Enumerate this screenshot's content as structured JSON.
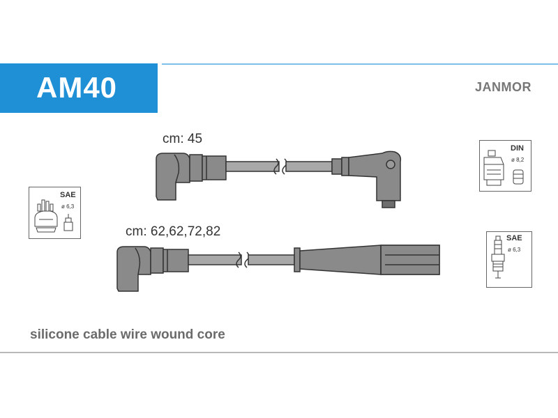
{
  "header": {
    "part_code": "AM40",
    "brand": "JANMOR",
    "accent_color": "#1f8fd6"
  },
  "cables": [
    {
      "length_label": "cm: 45"
    },
    {
      "length_label": "cm: 62,62,72,82"
    }
  ],
  "connectors": {
    "distributor_cap": {
      "standard": "SAE",
      "diameter": "ø 6,3"
    },
    "coil_din": {
      "standard": "DIN",
      "diameter": "ø 8,2"
    },
    "spark_plug": {
      "standard": "SAE",
      "diameter": "ø 6,3"
    }
  },
  "footer": {
    "description": "silicone cable wire wound core"
  }
}
